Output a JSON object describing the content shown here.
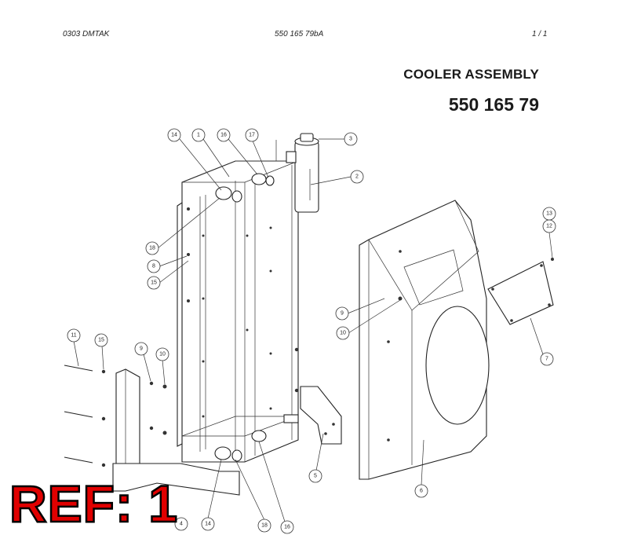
{
  "header": {
    "left": "0303 DMTAK",
    "center": "550 165 79bA",
    "right": "1 /   1"
  },
  "title": "COOLER ASSEMBLY",
  "part_number": "550 165 79",
  "ref_stamp": "REF: 1",
  "balloons": [
    {
      "id": "b14a",
      "label": "14"
    },
    {
      "id": "b1",
      "label": "1"
    },
    {
      "id": "b16a",
      "label": "16"
    },
    {
      "id": "b17",
      "label": "17"
    },
    {
      "id": "b3",
      "label": "3"
    },
    {
      "id": "b2",
      "label": "2"
    },
    {
      "id": "b13",
      "label": "13"
    },
    {
      "id": "b12",
      "label": "12"
    },
    {
      "id": "b18a",
      "label": "18"
    },
    {
      "id": "b8",
      "label": "8"
    },
    {
      "id": "b15a",
      "label": "15"
    },
    {
      "id": "b9a",
      "label": "9"
    },
    {
      "id": "b10a",
      "label": "10"
    },
    {
      "id": "b7",
      "label": "7"
    },
    {
      "id": "b11",
      "label": "11"
    },
    {
      "id": "b15b",
      "label": "15"
    },
    {
      "id": "b9b",
      "label": "9"
    },
    {
      "id": "b10b",
      "label": "10"
    },
    {
      "id": "b5",
      "label": "5"
    },
    {
      "id": "b6",
      "label": "6"
    },
    {
      "id": "b4",
      "label": "4"
    },
    {
      "id": "b14b",
      "label": "14"
    },
    {
      "id": "b18b",
      "label": "18"
    },
    {
      "id": "b16b",
      "label": "16"
    }
  ]
}
